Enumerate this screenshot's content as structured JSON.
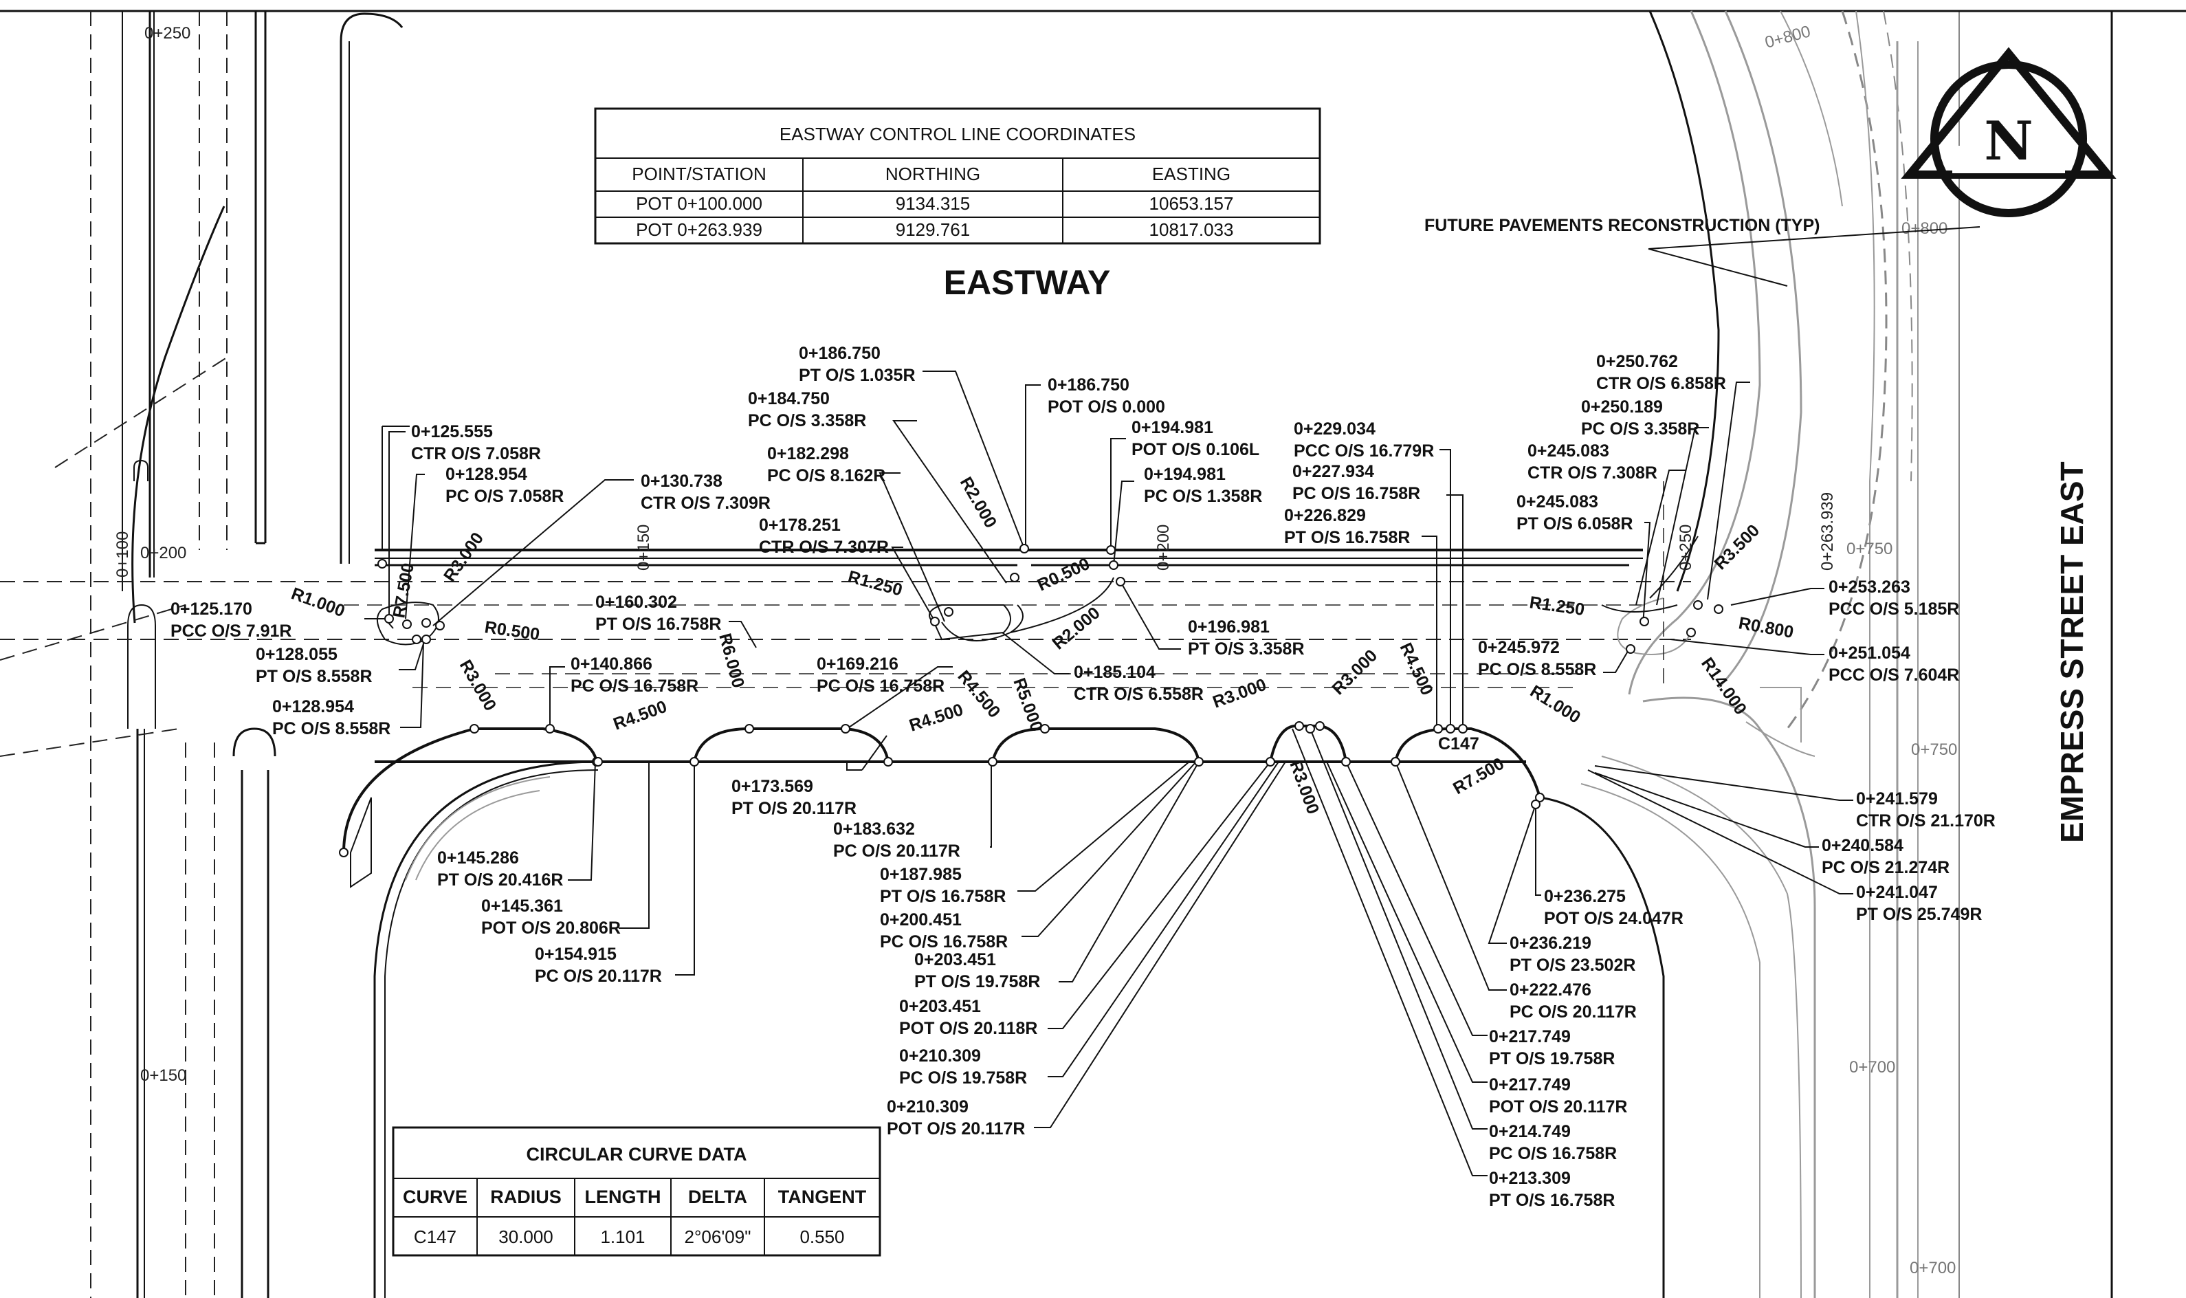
{
  "title": "EASTWAY",
  "road_name": "EMPRESS STREET EAST",
  "north_letter": "N",
  "future_note": "FUTURE PAVEMENTS RECONSTRUCTION (TYP)",
  "control_table": {
    "title": "EASTWAY CONTROL LINE COORDINATES",
    "headers": [
      "POINT/STATION",
      "NORTHING",
      "EASTING"
    ],
    "rows": [
      [
        "POT 0+100.000",
        "9134.315",
        "10653.157"
      ],
      [
        "POT 0+263.939",
        "9129.761",
        "10817.033"
      ]
    ]
  },
  "curve_table": {
    "title": "CIRCULAR CURVE DATA",
    "headers": [
      "CURVE",
      "RADIUS",
      "LENGTH",
      "DELTA",
      "TANGENT"
    ],
    "rows": [
      [
        "C147",
        "30.000",
        "1.101",
        "2°06'09\"",
        "0.550"
      ]
    ]
  },
  "labels": [
    "0+125.555 CTR O/S 7.058R",
    "0+128.954 PC O/S 7.058R",
    "0+130.738 CTR O/S 7.309R",
    "0+125.170 PCC O/S 7.91R",
    "0+128.055 PT O/S 8.558R",
    "0+128.954 PC O/S 8.558R",
    "0+160.302 PT O/S 16.758R",
    "0+140.866 PC O/S 16.758R",
    "0+169.216 PC O/S 16.758R",
    "0+186.750 PT O/S 1.035R",
    "0+184.750 PC O/S 3.358R",
    "0+182.298 PC O/S 8.162R",
    "0+178.251 CTR O/S 7.307R",
    "0+186.750 POT O/S 0.000",
    "0+194.981 POT O/S 0.106L",
    "0+194.981 PC O/S 1.358R",
    "0+196.981 PT O/S 3.358R",
    "0+185.104 CTR O/S 6.558R",
    "0+229.034 PCC O/S 16.779R",
    "0+227.934 PC O/S 16.758R",
    "0+226.829 PT O/S 16.758R",
    "0+250.762 CTR O/S 6.858R",
    "0+250.189 PC O/S 3.358R",
    "0+245.083 CTR O/S 7.308R",
    "0+245.083 PT O/S 6.058R",
    "0+253.263 PCC O/S 5.185R",
    "0+251.054 PCC O/S 7.604R",
    "0+245.972 PC O/S 8.558R",
    "0+241.579 CTR O/S 21.170R",
    "0+240.584 PC O/S 21.274R",
    "0+241.047 PT O/S 25.749R",
    "0+236.275 POT O/S 24.047R",
    "0+236.219 PT O/S 23.502R",
    "0+222.476 PC O/S 20.117R",
    "0+217.749 PT O/S 19.758R",
    "0+217.749 POT O/S 20.117R",
    "0+214.749 PC O/S 16.758R",
    "0+213.309 PT O/S 16.758R",
    "0+173.569 PT O/S 20.117R",
    "0+183.632 PC O/S 20.117R",
    "0+187.985 PT O/S 16.758R",
    "0+200.451 PC O/S 16.758R",
    "0+203.451 PT O/S 19.758R",
    "0+203.451 POT O/S 20.118R",
    "0+210.309 PC O/S 19.758R",
    "0+210.309 POT O/S 20.117R",
    "0+145.286 PT O/S 20.416R",
    "0+145.361 POT O/S 20.806R",
    "0+154.915 PC O/S 20.117R"
  ],
  "radii": [
    "R1.000",
    "R7.500",
    "R3.000",
    "R0.500",
    "R3.000",
    "R4.500",
    "R6.000",
    "R4.500",
    "R1.250",
    "R2.000",
    "R0.500",
    "R2.000",
    "R4.500",
    "R5.000",
    "R3.000",
    "R3.000",
    "R4.500",
    "R3.000",
    "R7.500",
    "R1.250",
    "R3.500",
    "R0.800",
    "R14.000",
    "R1.000"
  ],
  "curve_label": "C147",
  "stations": [
    "0+250",
    "0+100",
    "0+200",
    "0+150",
    "0+150",
    "0+200",
    "0+250",
    "0+263.939",
    "0+800",
    "0+800",
    "0+750",
    "0+750",
    "0+700",
    "0+700"
  ]
}
